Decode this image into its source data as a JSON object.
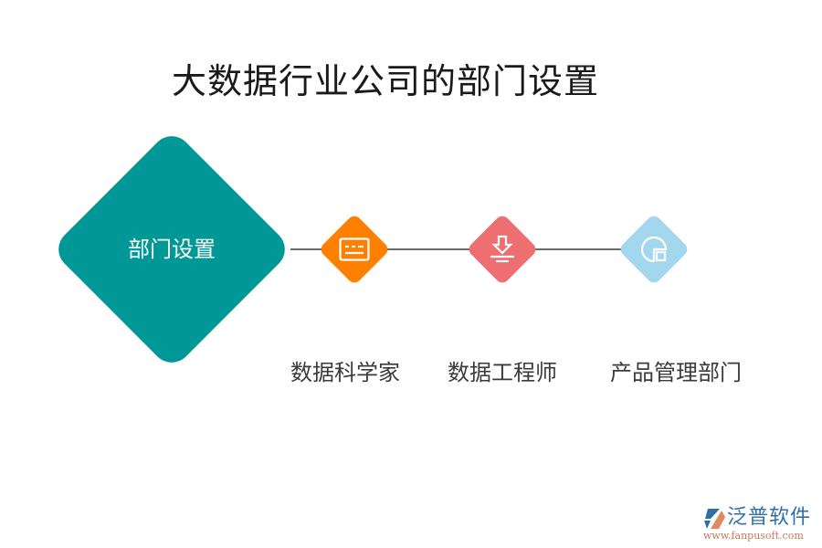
{
  "title": "大数据行业公司的部门设置",
  "center": {
    "label": "部门设置",
    "color": "#009797"
  },
  "nodes": [
    {
      "label": "数据科学家",
      "icon": "keyboard-icon",
      "color": "#FF7F00"
    },
    {
      "label": "数据工程师",
      "icon": "download-icon",
      "color": "#EE6F72"
    },
    {
      "label": "产品管理部门",
      "icon": "pie-chart-icon",
      "color": "#A2D7EE"
    }
  ],
  "connector_color": "#6B6B6B",
  "watermark": {
    "brand": "泛普软件",
    "url": "www.fanpusoft.com"
  }
}
